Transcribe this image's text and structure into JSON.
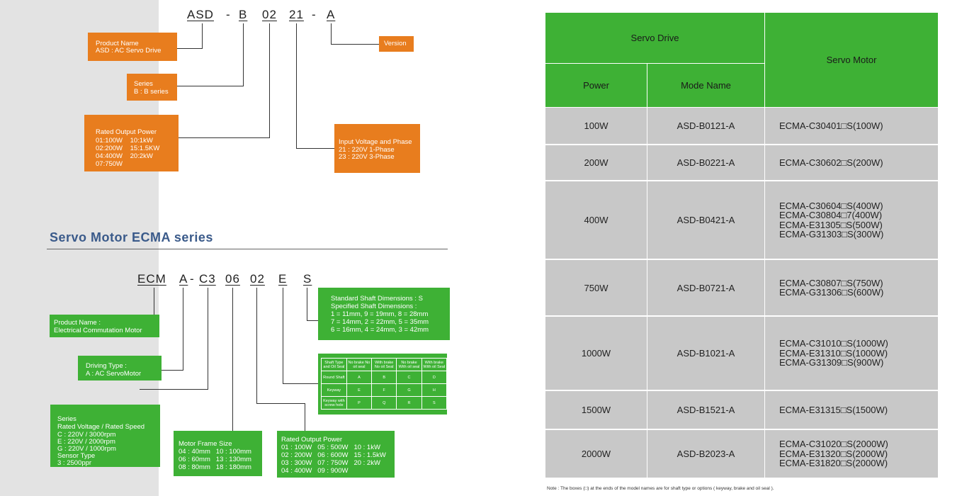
{
  "asd": {
    "code": {
      "p1": "ASD",
      "d1": "-",
      "p2": "B",
      "p3": "02",
      "p4": "21",
      "d2": "-",
      "p5": "A"
    },
    "product": {
      "title": "Product Name",
      "desc": "ASD : AC Servo Drive"
    },
    "series": {
      "title": "Series",
      "desc": "B : B series"
    },
    "version": {
      "label": "Version"
    },
    "rated": {
      "title": "Rated Output Power",
      "rows": [
        "01:100W    10:1kW",
        "02:200W    15:1.5KW",
        "04:400W    20:2kW",
        "07:750W"
      ]
    },
    "voltage": {
      "title": "Input Voltage and Phase",
      "rows": [
        "21 : 220V 1-Phase",
        "23 : 220V 3-Phase"
      ]
    }
  },
  "ecma": {
    "heading": "Servo Motor ECMA series",
    "code": {
      "p1": "ECM",
      "p2": "A",
      "d1": "-",
      "p3": "C3",
      "p4": "06",
      "p5": "02",
      "p6": "E",
      "p7": "S"
    },
    "product": {
      "title": "Product Name :",
      "desc": "Electrical Commutation Motor"
    },
    "driving": {
      "title": "Driving Type :",
      "desc": "A : AC ServoMotor"
    },
    "series": {
      "rows": [
        "Series",
        "Rated Voltage / Rated Speed",
        "C : 220V / 3000rpm",
        "E : 220V / 2000rpm",
        "G : 220V / 1000rpm",
        "Sensor Type",
        "3 : 2500ppr"
      ]
    },
    "frame": {
      "title": "Motor Frame Size",
      "rows": [
        "04 : 40mm   10 : 100mm",
        "06 : 60mm   13 : 130mm",
        "08 : 80mm   18 : 180mm"
      ]
    },
    "rated": {
      "title": "Rated Output Power",
      "rows": [
        "01 : 100W   05 : 500W   10 : 1kW",
        "02 : 200W   06 : 600W   15 : 1.5kW",
        "03 : 300W   07 : 750W   20 : 2kW",
        "04 : 400W   09 : 900W"
      ]
    },
    "shaft": {
      "rows": [
        "Standard Shaft Dimensions : S",
        "Specified Shaft Dimensions :",
        "1 = 11mm, 9 = 19mm, 8 = 28mm",
        "7 = 14mm, 2 = 22mm, 5 = 35mm",
        "6 = 16mm, 4 = 24mm, 3 = 42mm"
      ]
    },
    "options": {
      "header": [
        "Shaft Type and Oil Seal",
        "No brake No oil seal",
        "With brake No oil Seal",
        "No brake With oil seal",
        "With brake With oil Seal"
      ],
      "rows": [
        [
          "Round Shaft",
          "A",
          "B",
          "C",
          "D"
        ],
        [
          "Keyway",
          "E",
          "F",
          "G",
          "H"
        ],
        [
          "Keyway with screw hole",
          "P",
          "Q",
          "R",
          "S"
        ]
      ]
    }
  },
  "table": {
    "servo_drive": "Servo Drive",
    "servo_motor": "Servo Motor",
    "power": "Power",
    "mode_name": "Mode Name",
    "rows": [
      {
        "power": "100W",
        "model": "ASD-B0121-A",
        "motors": "ECMA-C30401□S(100W)"
      },
      {
        "power": "200W",
        "model": "ASD-B0221-A",
        "motors": "ECMA-C30602□S(200W)"
      },
      {
        "power": "400W",
        "model": "ASD-B0421-A",
        "motors": "ECMA-C30604□S(400W)\nECMA-C30804□7(400W)\nECMA-E31305□S(500W)\nECMA-G31303□S(300W)"
      },
      {
        "power": "750W",
        "model": "ASD-B0721-A",
        "motors": "ECMA-C30807□S(750W)\nECMA-G31306□S(600W)"
      },
      {
        "power": "1000W",
        "model": "ASD-B1021-A",
        "motors": "ECMA-C31010□S(1000W)\nECMA-E31310□S(1000W)\nECMA-G31309□S(900W)"
      },
      {
        "power": "1500W",
        "model": "ASD-B1521-A",
        "motors": "ECMA-E31315□S(1500W)"
      },
      {
        "power": "2000W",
        "model": "ASD-B2023-A",
        "motors": "ECMA-C31020□S(2000W)\nECMA-E31320□S(2000W)\nECMA-E31820□S(2000W)"
      }
    ],
    "note": "Note : The boxes (□) at the ends of the model names are for shaft type or options ( keyway, brake and oil seal )."
  },
  "colors": {
    "orange": "#e87d1e",
    "green": "#3eb135",
    "heading": "#3a5a8a",
    "cell": "#c8c8c8"
  }
}
